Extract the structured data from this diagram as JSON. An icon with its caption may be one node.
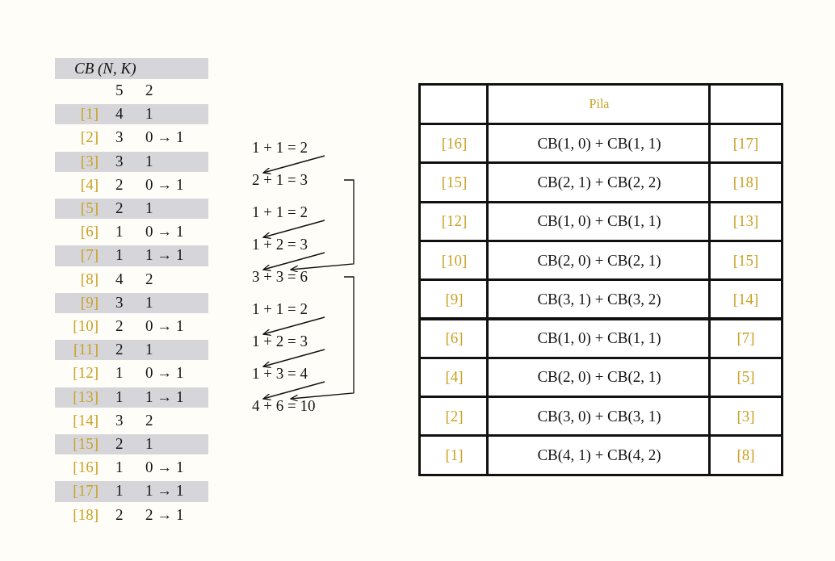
{
  "diagram": {
    "nodes": [
      {
        "text": [
          "1 + 1 = 2"
        ]
      },
      {
        "text": [
          "2 + 1 = 3"
        ]
      },
      {
        "text": [
          "1 + 1 = 2"
        ]
      },
      {
        "text": [
          "1 + 2 = 3"
        ]
      },
      {
        "text": [
          "3 + 3 = 6"
        ]
      },
      {
        "text": [
          "1 + 1 = 2"
        ]
      },
      {
        "text": [
          "1 + 2 = 3"
        ]
      },
      {
        "text": [
          "1 + 3 = 4"
        ]
      },
      {
        "text": [
          "4 + 6 = 10"
        ]
      }
    ],
    "edges": [
      {
        "from": 0,
        "to": 1,
        "arrow": "to"
      },
      {
        "from": 2,
        "to": 3,
        "arrow": "to"
      },
      {
        "from": 3,
        "to": 4,
        "arrow": "to"
      },
      {
        "from": 1,
        "to": 4,
        "arrow": "to"
      },
      {
        "from": 5,
        "to": 6,
        "arrow": "to"
      },
      {
        "from": 6,
        "to": 7,
        "arrow": "to"
      },
      {
        "from": 7,
        "to": 8,
        "arrow": "to"
      },
      {
        "from": 4,
        "to": 8,
        "arrow": "to"
      }
    ],
    "labels": [
      "CB (N, K)",
      "5",
      "2",
      "[1]",
      "4",
      "1",
      "[2]",
      "3",
      "0 → 1",
      "[3]",
      "3",
      "1",
      "[4]",
      "2",
      "0 → 1",
      "[5]",
      "2",
      "1",
      "[6]",
      "1",
      "0 → 1",
      "[7]",
      "1",
      "1 → 1",
      "[8]",
      "4",
      "2",
      "[9]",
      "3",
      "1",
      "[10]",
      "2",
      "0 → 1",
      "[11]",
      "2",
      "1",
      "[12]",
      "1",
      "0 → 1",
      "[13]",
      "1",
      "1 → 1",
      "[14]",
      "3",
      "2",
      "[15]",
      "2",
      "1",
      "[16]",
      "1",
      "0 → 1",
      "[17]",
      "1",
      "1 → 1",
      "[18]",
      "2",
      "2 → 1",
      "Pila",
      "[16]",
      "CB(1, 0) + CB(1, 1)",
      "[17]",
      "[15]",
      "CB(2, 1) + CB(2, 2)",
      "[18]",
      "[12]",
      "CB(1, 0) + CB(1, 1)",
      "[13]",
      "[10]",
      "CB(2, 0) + CB(2, 1)",
      "[15]",
      "[9]",
      "CB(3, 1) + CB(3, 2)",
      "[14]",
      "[6]",
      "CB(1, 0) + CB(1, 1)",
      "[7]",
      "[4]",
      "CB(2, 0) + CB(2, 1)",
      "[5]",
      "[2]",
      "CB(3, 0) + CB(3, 1)",
      "[3]",
      "[1]",
      "CB(4, 1) + CB(4, 2)",
      "[8]"
    ]
  }
}
